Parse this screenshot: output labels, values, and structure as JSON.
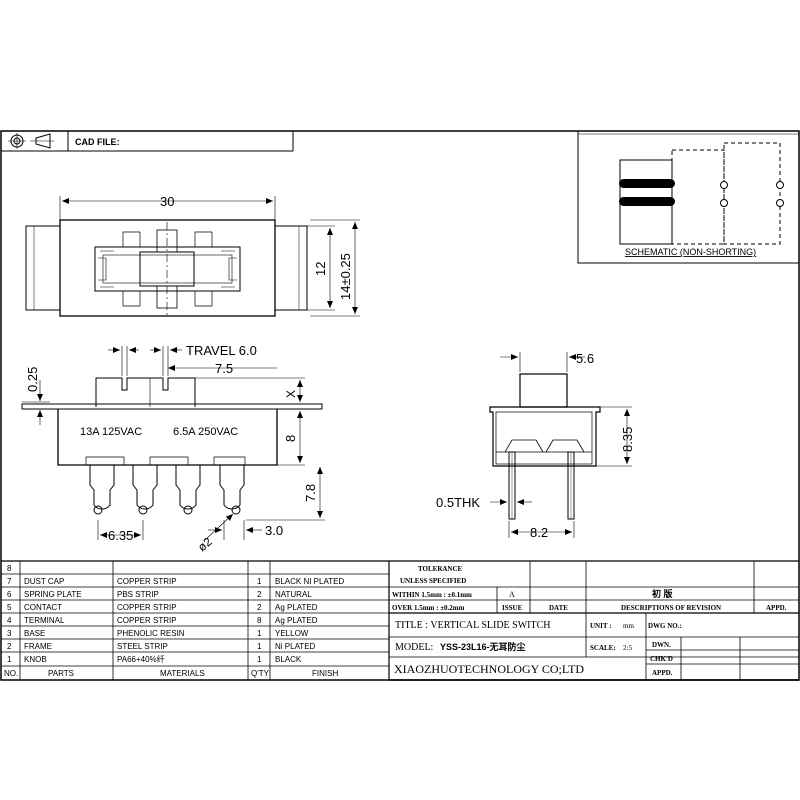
{
  "header": {
    "cad_file_label": "CAD FILE:"
  },
  "top_view": {
    "dim_width": "30",
    "dim_body_height": "12",
    "dim_total_height": "14±0.25"
  },
  "front_view": {
    "dim_gap": "0.25",
    "travel_label": "TRAVEL 6.0",
    "dim_knob_offset": "7.5",
    "dim_x": "X",
    "dim_body": "8",
    "rating_1": "13A 125VAC",
    "rating_2": "6.5A 250VAC",
    "dim_pin_length": "7.8",
    "dim_pitch": "6.35",
    "dim_hole": "ø2",
    "dim_pin_width": "3.0"
  },
  "side_view": {
    "dim_knob_width": "5.6",
    "dim_height": "8.35",
    "thickness_label": "0.5THK",
    "dim_pin_span": "8.2"
  },
  "schematic": {
    "caption": "SCHEMATIC (NON-SHORTING)"
  },
  "bom": {
    "columns": [
      "NO.",
      "PARTS",
      "MATERIALS",
      "Q'TY",
      "FINISH"
    ],
    "rows": [
      {
        "no": "8",
        "part": "",
        "material": "",
        "qty": "",
        "finish": ""
      },
      {
        "no": "7",
        "part": "DUST CAP",
        "material": "COPPER STRIP",
        "qty": "1",
        "finish": "BLACK NI PLATED"
      },
      {
        "no": "6",
        "part": "SPRING PLATE",
        "material": "PBS STRIP",
        "qty": "2",
        "finish": "NATURAL"
      },
      {
        "no": "5",
        "part": "CONTACT",
        "material": "COPPER STRIP",
        "qty": "2",
        "finish": "Ag PLATED"
      },
      {
        "no": "4",
        "part": "TERMINAL",
        "material": "COPPER STRIP",
        "qty": "8",
        "finish": "Ag PLATED"
      },
      {
        "no": "3",
        "part": "BASE",
        "material": "PHENOLIC RESIN",
        "qty": "1",
        "finish": "YELLOW"
      },
      {
        "no": "2",
        "part": "FRAME",
        "material": "STEEL STRIP",
        "qty": "1",
        "finish": "Ni PLATED"
      },
      {
        "no": "1",
        "part": "KNOB",
        "material": "PA66+40%纤",
        "qty": "1",
        "finish": "BLACK"
      }
    ]
  },
  "title_block": {
    "tolerance": "TOLERANCE",
    "unless_specified": "UNLESS SPECIFIED",
    "within": "WITHIN 1.5mm : ±0.1mm",
    "over": "OVER 1.5mm : ±0.2mm",
    "rev_a": "A",
    "issue": "ISSUE",
    "date": "DATE",
    "initial": "初 版",
    "descriptions": "DESCRIPTIONS OF REVISION",
    "appd": "APPD.",
    "title": "TITLE : VERTICAL SLIDE SWITCH",
    "unit_label": "UNIT :",
    "unit_value": "mm",
    "dwg_no": "DWG NO.:",
    "model_label": "MODEL:",
    "model_value": "YSS-23L16-无耳防尘",
    "scale_label": "SCALE:",
    "scale_value": "2:5",
    "dwn": "DWN.",
    "chkd": "CHK'D",
    "appd2": "APPD.",
    "company": "XIAOZHUOTECHNOLOGY CO;LTD"
  }
}
